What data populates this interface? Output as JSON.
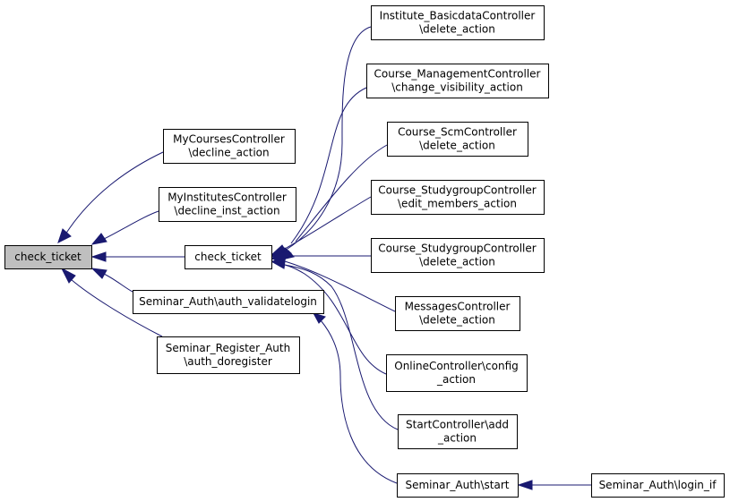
{
  "nodes": {
    "check_ticket_focus": [
      "check_ticket"
    ],
    "my_courses_decline": [
      "MyCoursesController",
      "\\decline_action"
    ],
    "my_institutes_decline": [
      "MyInstitutesController",
      "\\decline_inst_action"
    ],
    "check_ticket_mid": [
      "check_ticket"
    ],
    "seminar_auth_validatelogin": [
      "Seminar_Auth\\auth_validatelogin"
    ],
    "seminar_register_doregister": [
      "Seminar_Register_Auth",
      "\\auth_doregister"
    ],
    "institute_basicdata_delete": [
      "Institute_BasicdataController",
      "\\delete_action"
    ],
    "course_management_visibility": [
      "Course_ManagementController",
      "\\change_visibility_action"
    ],
    "course_scm_delete": [
      "Course_ScmController",
      "\\delete_action"
    ],
    "course_studygroup_edit_members": [
      "Course_StudygroupController",
      "\\edit_members_action"
    ],
    "course_studygroup_delete": [
      "Course_StudygroupController",
      "\\delete_action"
    ],
    "messages_delete": [
      "MessagesController",
      "\\delete_action"
    ],
    "online_config": [
      "OnlineController\\config",
      "_action"
    ],
    "start_add": [
      "StartController\\add",
      "_action"
    ],
    "seminar_auth_start": [
      "Seminar_Auth\\start"
    ],
    "seminar_auth_login_if": [
      "Seminar_Auth\\login_if"
    ]
  },
  "colors": {
    "edge": "#191970",
    "focus_fill": "#bfbfbf"
  }
}
